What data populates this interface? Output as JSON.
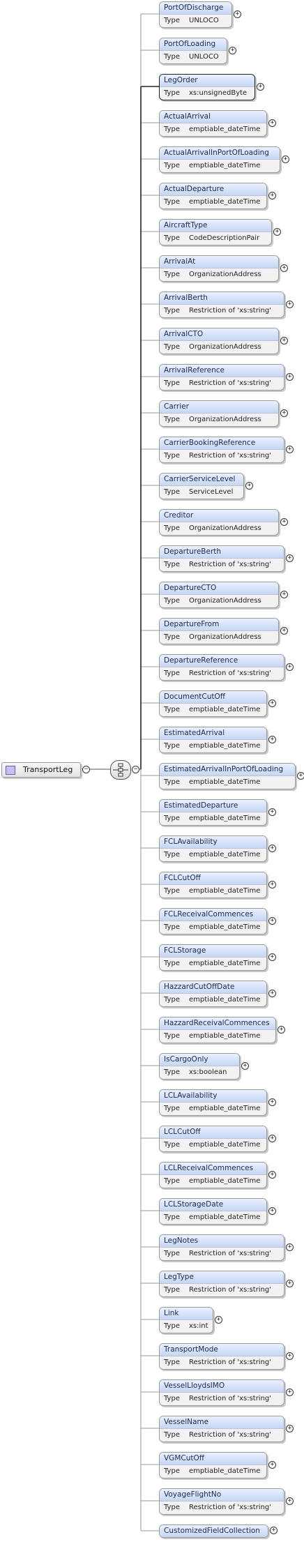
{
  "root": {
    "name": "TransportLeg"
  },
  "type_label": "Type",
  "elements": [
    {
      "name": "PortOfDischarge",
      "type": "UNLOCO"
    },
    {
      "name": "PortOfLoading",
      "type": "UNLOCO"
    },
    {
      "name": "LegOrder",
      "type": "xs:unsignedByte",
      "required": true
    },
    {
      "name": "ActualArrival",
      "type": "emptiable_dateTime"
    },
    {
      "name": "ActualArrivalInPortOfLoading",
      "type": "emptiable_dateTime"
    },
    {
      "name": "ActualDeparture",
      "type": "emptiable_dateTime"
    },
    {
      "name": "AircraftType",
      "type": "CodeDescriptionPair"
    },
    {
      "name": "ArrivalAt",
      "type": "OrganizationAddress"
    },
    {
      "name": "ArrivalBerth",
      "type": "Restriction of 'xs:string'"
    },
    {
      "name": "ArrivalCTO",
      "type": "OrganizationAddress"
    },
    {
      "name": "ArrivalReference",
      "type": "Restriction of 'xs:string'"
    },
    {
      "name": "Carrier",
      "type": "OrganizationAddress"
    },
    {
      "name": "CarrierBookingReference",
      "type": "Restriction of 'xs:string'"
    },
    {
      "name": "CarrierServiceLevel",
      "type": "ServiceLevel"
    },
    {
      "name": "Creditor",
      "type": "OrganizationAddress"
    },
    {
      "name": "DepartureBerth",
      "type": "Restriction of 'xs:string'"
    },
    {
      "name": "DepartureCTO",
      "type": "OrganizationAddress"
    },
    {
      "name": "DepartureFrom",
      "type": "OrganizationAddress"
    },
    {
      "name": "DepartureReference",
      "type": "Restriction of 'xs:string'"
    },
    {
      "name": "DocumentCutOff",
      "type": "emptiable_dateTime"
    },
    {
      "name": "EstimatedArrival",
      "type": "emptiable_dateTime"
    },
    {
      "name": "EstimatedArrivalInPortOfLoading",
      "type": "emptiable_dateTime"
    },
    {
      "name": "EstimatedDeparture",
      "type": "emptiable_dateTime"
    },
    {
      "name": "FCLAvailability",
      "type": "emptiable_dateTime"
    },
    {
      "name": "FCLCutOff",
      "type": "emptiable_dateTime"
    },
    {
      "name": "FCLReceivalCommences",
      "type": "emptiable_dateTime"
    },
    {
      "name": "FCLStorage",
      "type": "emptiable_dateTime"
    },
    {
      "name": "HazzardCutOffDate",
      "type": "emptiable_dateTime"
    },
    {
      "name": "HazzardReceivalCommences",
      "type": "emptiable_dateTime"
    },
    {
      "name": "IsCargoOnly",
      "type": "xs:boolean"
    },
    {
      "name": "LCLAvailability",
      "type": "emptiable_dateTime"
    },
    {
      "name": "LCLCutOff",
      "type": "emptiable_dateTime"
    },
    {
      "name": "LCLReceivalCommences",
      "type": "emptiable_dateTime"
    },
    {
      "name": "LCLStorageDate",
      "type": "emptiable_dateTime"
    },
    {
      "name": "LegNotes",
      "type": "Restriction of 'xs:string'"
    },
    {
      "name": "LegType",
      "type": "Restriction of 'xs:string'"
    },
    {
      "name": "Link",
      "type": "xs:int"
    },
    {
      "name": "TransportMode",
      "type": "Restriction of 'xs:string'"
    },
    {
      "name": "VesselLloydsIMO",
      "type": "Restriction of 'xs:string'"
    },
    {
      "name": "VesselName",
      "type": "Restriction of 'xs:string'"
    },
    {
      "name": "VGMCutOff",
      "type": "emptiable_dateTime"
    },
    {
      "name": "VoyageFlightNo",
      "type": "Restriction of 'xs:string'"
    },
    {
      "name": "CustomizedFieldCollection",
      "type": ""
    }
  ]
}
